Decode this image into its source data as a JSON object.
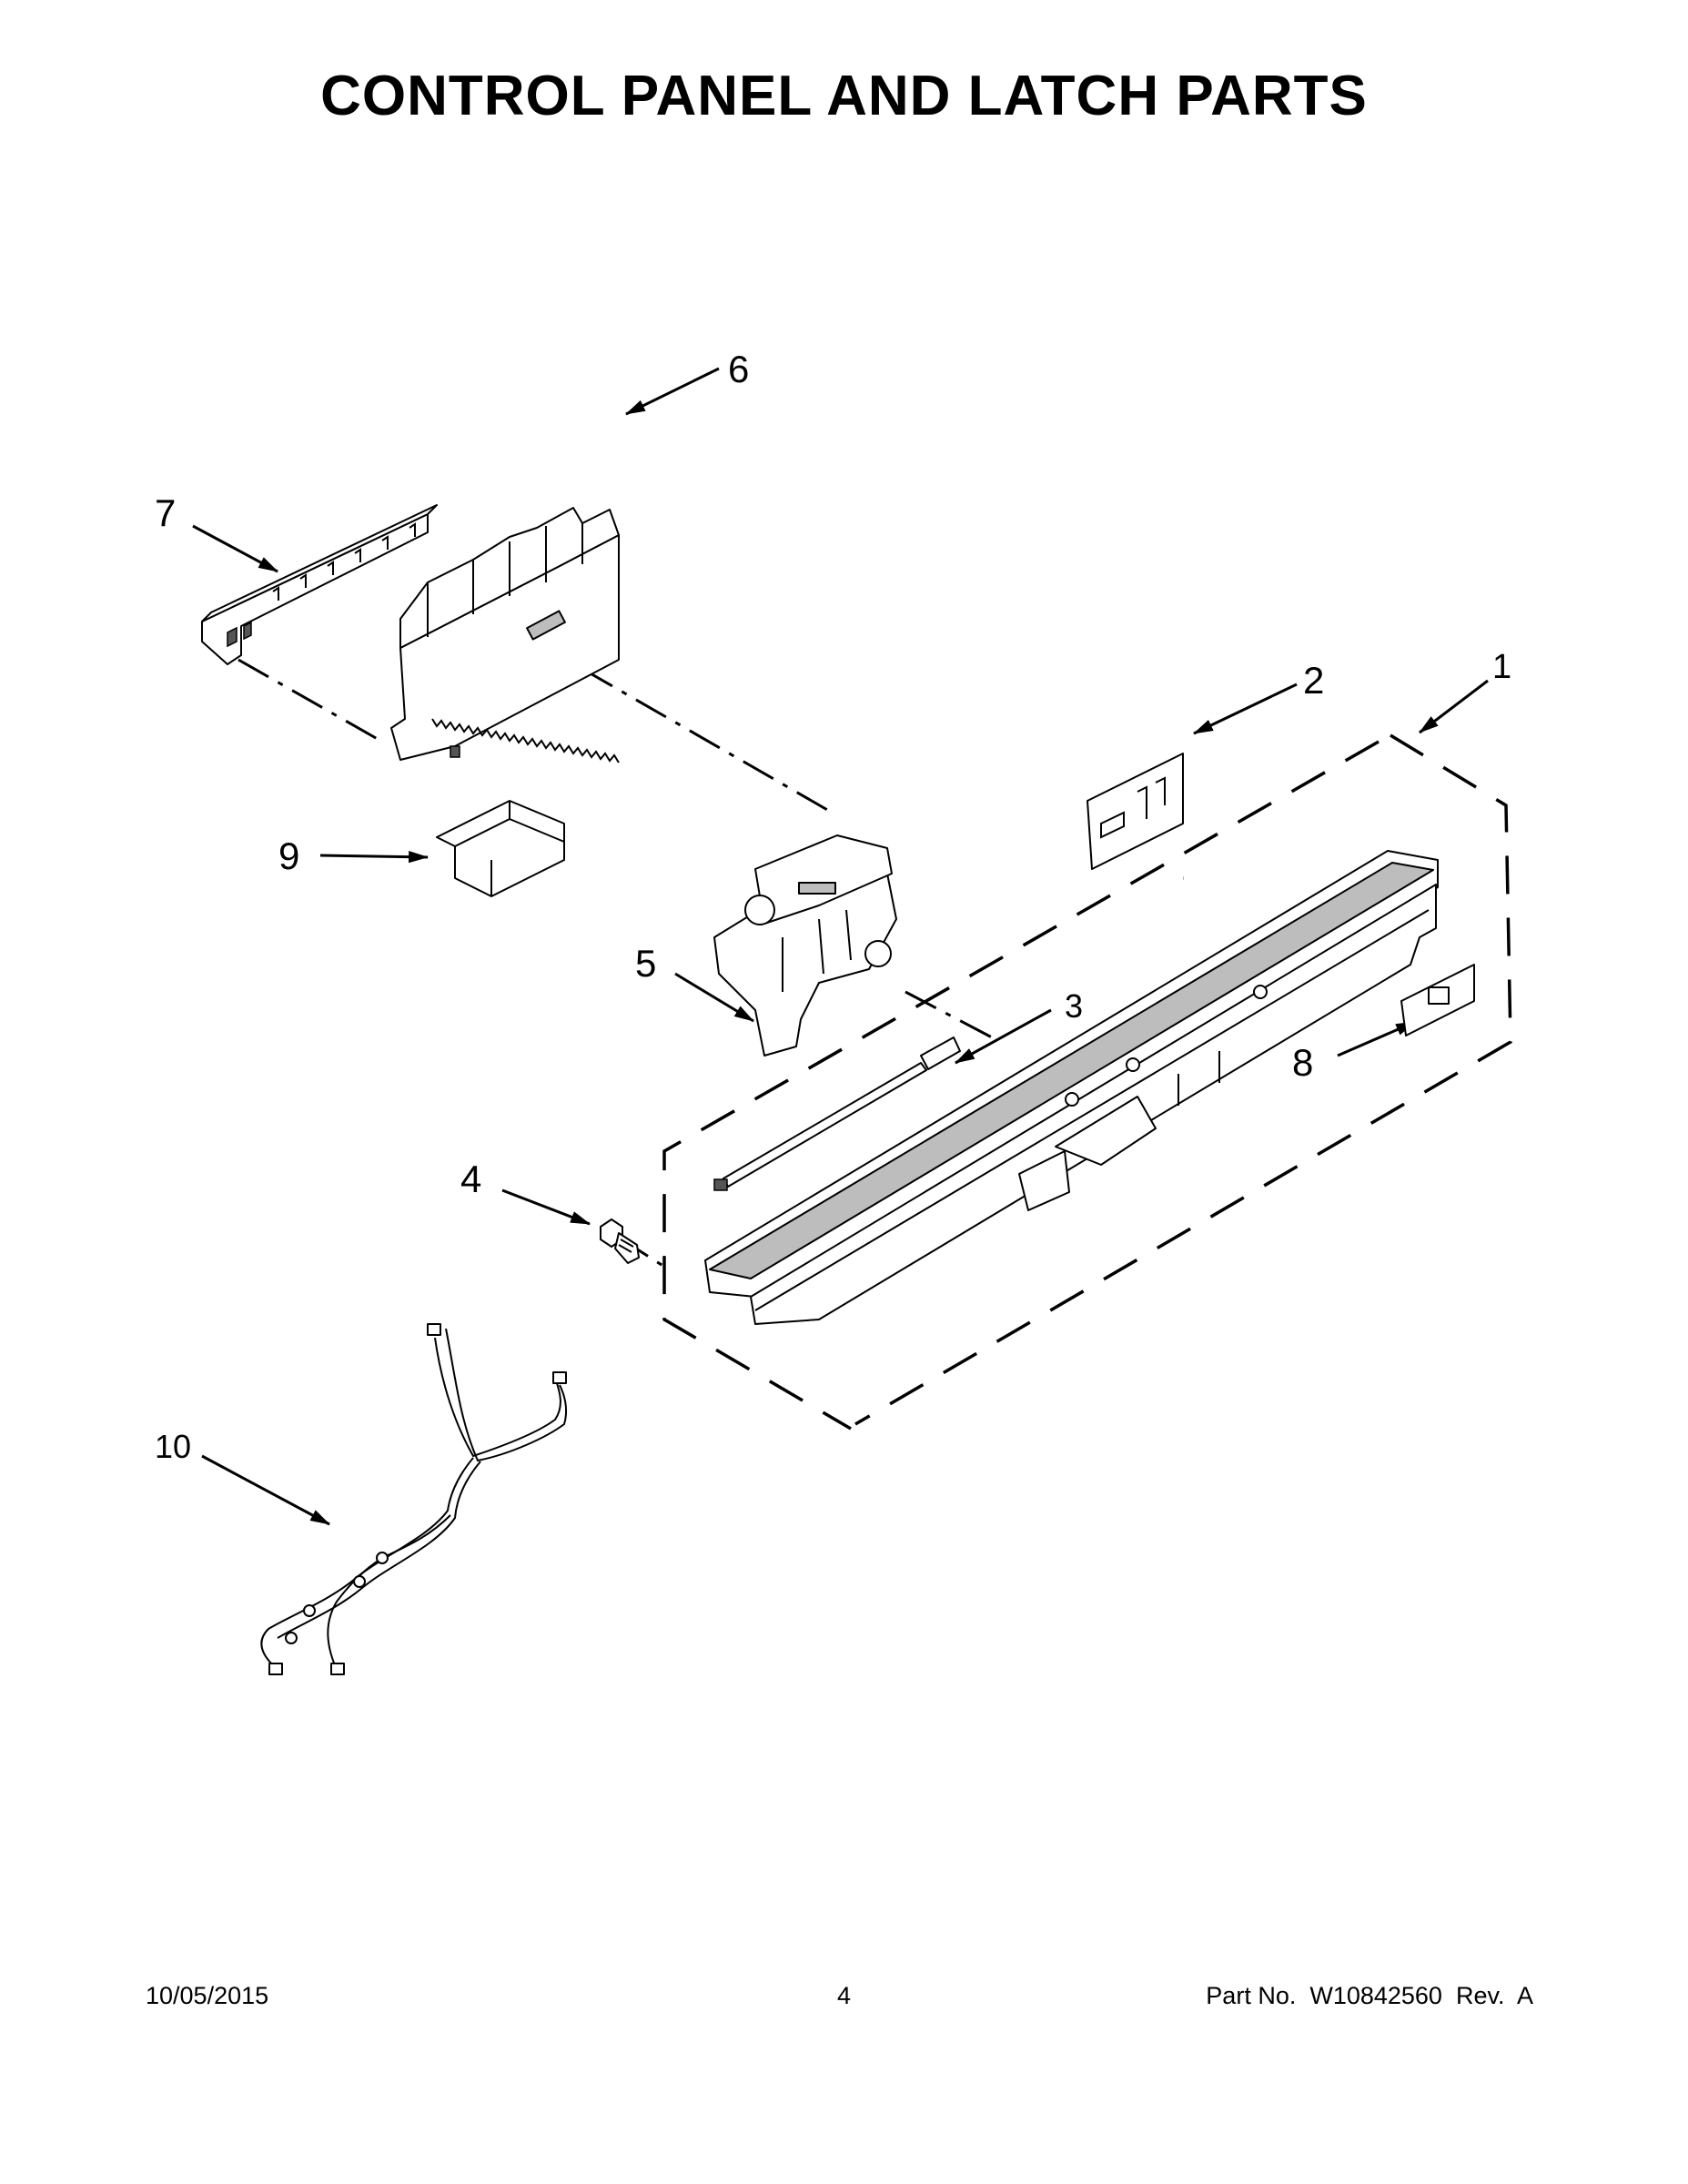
{
  "title": "CONTROL PANEL AND LATCH PARTS",
  "callouts": [
    "1",
    "2",
    "3",
    "4",
    "5",
    "6",
    "7",
    "8",
    "9",
    "10"
  ],
  "footer": {
    "date": "10/05/2015",
    "page": "4",
    "part": "Part No.  W10842560  Rev.  A"
  }
}
